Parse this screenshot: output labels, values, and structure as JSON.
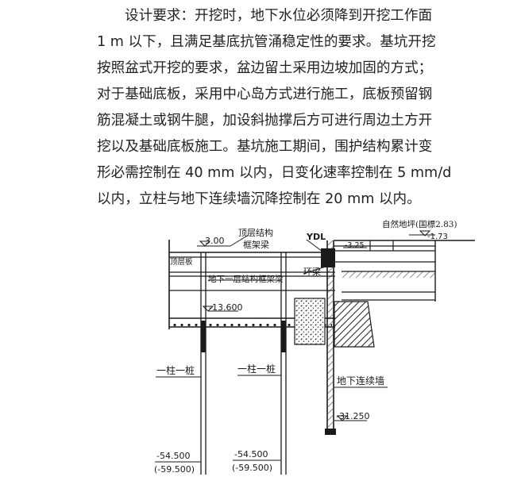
{
  "paragraph": {
    "lines": [
      "设计要求：开挖时，地下水位必须降到开挖工作面",
      "1 m 以下，且满足基底抗管涌稳定性的要求。基坑开挖",
      "按照盆式开挖的要求，盆边留土采用边坡加固的方式；",
      "对于基础底板，采用中心岛方式进行施工，底板预留钢",
      "筋混凝土或钢牛腿，加设斜抛撑后方可进行周边土方开",
      "挖以及基础底板施工。基坑施工期间，围护结构累计变",
      "形必需控制在 40 mm 以内，日变化速率控制在 5 mm/d",
      "以内，立柱与地下连续墙沉降控制在 20 mm 以内。"
    ]
  },
  "drawing": {
    "elev_top": "-3.00",
    "roof_beam_line1": "顶层结构",
    "roof_beam_line2": "框架梁",
    "ydl": "YDL",
    "natural_ground": "自然地坪(国標2.83)",
    "ground_elev": "-1.73",
    "roof_elev_right": "-3.25",
    "left_top_tag": "顶层板",
    "b1_frame_beam": "地下一层结构框架梁",
    "ring_beam": "环梁",
    "elev_mid": "-13.600",
    "pile1_label": "一柱一桩",
    "pile2_label": "一柱一桩",
    "diaphragm_wall": "地下连续墙",
    "wall_bottom_elev": "-31.250",
    "pile1_bottom": "-54.500",
    "pile1_bottom_paren": "(-59.500)",
    "pile2_bottom": "-54.500",
    "pile2_bottom_paren": "(-59.500)"
  }
}
